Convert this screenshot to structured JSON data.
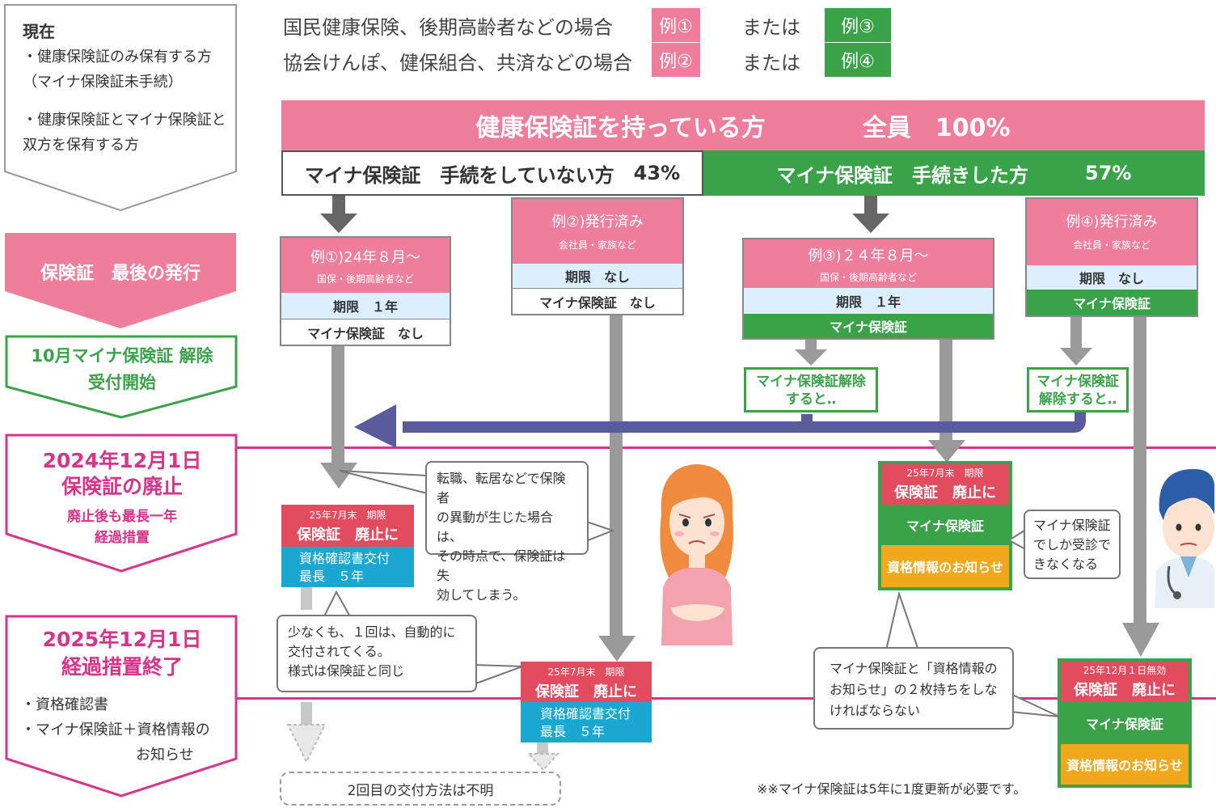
{
  "sidebar": {
    "current": {
      "title": "現在",
      "line1": "・健康保険証のみ保有する方",
      "line2": "（マイナ保険証未手続）",
      "line3": "・健康保険証とマイナ保険証と",
      "line4": "双方を保有する方"
    },
    "last_issue": "保険証　最後の発行",
    "oct": {
      "line1": "10月マイナ保険証 解除",
      "line2": "受付開始"
    },
    "dec2024": {
      "line1": "2024年12月1日",
      "line2": "保険証の廃止",
      "sub1": "廃止後も最長一年",
      "sub2": "経過措置"
    },
    "dec2025": {
      "line1": "2025年12月1日",
      "line2": "経過措置終了",
      "item1": "・資格確認書",
      "item2": "・マイナ保険証＋資格情報の",
      "item3": "お知らせ"
    }
  },
  "legend": {
    "row1_text": "国民健康保険、後期高齢者などの場合",
    "row2_text": "協会けんぽ、健保組合、共済などの場合",
    "ex1": "例①",
    "ex2": "例②",
    "ex3": "例③",
    "ex4": "例④",
    "or": "または"
  },
  "header": {
    "main_label": "健康保険証を持っている方",
    "main_all": "全員",
    "main_pct": "100%",
    "left_label": "マイナ保険証　手続をしていない方",
    "left_pct": "43%",
    "right_label": "マイナ保険証　手続きした方",
    "right_pct": "57%"
  },
  "cards": {
    "ex1": {
      "title": "例①)24年８月～",
      "sub": "国保・後期高齢者など",
      "limit": "期限　１年",
      "myna": "マイナ保険証　なし"
    },
    "ex2": {
      "title": "例②)発行済み",
      "sub": "会社員・家族など",
      "limit": "期限　なし",
      "myna": "マイナ保険証　なし"
    },
    "ex3": {
      "title": "例③)２４年８月～",
      "sub": "国保・後期高齢者など",
      "limit": "期限　１年",
      "myna": "マイナ保険証"
    },
    "ex4": {
      "title": "例④)発行済み",
      "sub": "会社員・家族など",
      "limit": "期限　なし",
      "myna": "マイナ保険証"
    }
  },
  "release": {
    "ex3": {
      "line1": "マイナ保険証解除",
      "line2": "すると‥"
    },
    "ex4": {
      "line1": "マイナ保険証",
      "line2": "解除すると‥"
    }
  },
  "results": {
    "r1": {
      "top": "25年7月末　期限",
      "main": "保険証　廃止に",
      "c1": "資格確認書交付",
      "c2": "最長　５年"
    },
    "r2": {
      "top": "25年7月末　期限",
      "main": "保険証　廃止に",
      "c1": "資格確認書交付",
      "c2": "最長　５年"
    },
    "r3": {
      "top": "25年7月末　期限",
      "main": "保険証　廃止に",
      "g": "マイナ保険証",
      "o": "資格情報のお知らせ"
    },
    "r4": {
      "top": "25年12月１日無効",
      "main": "保険証　廃止に",
      "g": "マイナ保険証",
      "o": "資格情報のお知らせ"
    }
  },
  "callouts": {
    "job": {
      "l1": "転職、転居などで保険者",
      "l2": "の異動が生じた場合は、",
      "l3": "その時点で、保険証は失",
      "l4": "効してしまう。"
    },
    "auto": {
      "l1": "少なくも、１回は、自動的に",
      "l2": "交付されてくる。",
      "l3": "様式は保険証と同じ"
    },
    "only": {
      "l1": "マイナ保険証",
      "l2": "でしか受診で",
      "l3": "きなくなる"
    },
    "two": {
      "l1": "マイナ保険証と「資格情報の",
      "l2": "お知らせ」の２枚持ちをしな",
      "l3": "ければならない"
    },
    "second": "2回目の交付方法は不明",
    "note": "※※マイナ保険証は5年に1度更新が必要です。"
  },
  "colors": {
    "pink": "#ee7e9b",
    "green": "#3aa34a",
    "magenta": "#d9348a",
    "navy": "#5a5b9c",
    "cyan": "#1aa7d1",
    "orange": "#f2a81d",
    "red": "#e34b5f"
  }
}
